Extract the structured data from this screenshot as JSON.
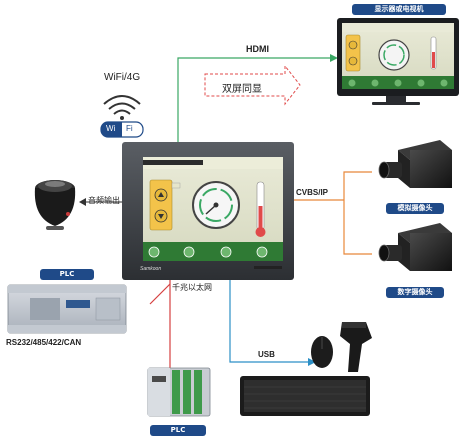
{
  "labels": {
    "hdmi": "HDMI",
    "wifi": "WiFi/4G",
    "wifi_badge_left": "Wi",
    "wifi_badge_right": "Fi",
    "dual_screen": "双屏同显",
    "audio_out": "音频输出",
    "cvbs": "CVBS/IP",
    "gigabit": "千兆以太网",
    "rs": "RS232/485/422/CAN",
    "usb": "USB"
  },
  "tags": {
    "monitor": "显示器或电视机",
    "analog_camera": "模拟摄像头",
    "digital_camera": "数字摄像头",
    "plc_top": "PLC",
    "plc_bottom": "PLC"
  },
  "hmi": {
    "brand": "Samkoon"
  },
  "colors": {
    "hdmi_line": "#3aa864",
    "cvbs_line": "#e8883a",
    "ethernet_line": "#d64040",
    "usb_line": "#2c8fc6",
    "tag_bg": "#1f4a88",
    "screen_green": "#2f7a34"
  },
  "icons": [
    "wifi-icon",
    "speaker-icon",
    "camera-icon",
    "keyboard-icon",
    "mouse-icon",
    "barcode-scanner-icon",
    "plc-icon",
    "monitor-icon",
    "hmi-panel-icon",
    "arrow-outline-icon"
  ]
}
